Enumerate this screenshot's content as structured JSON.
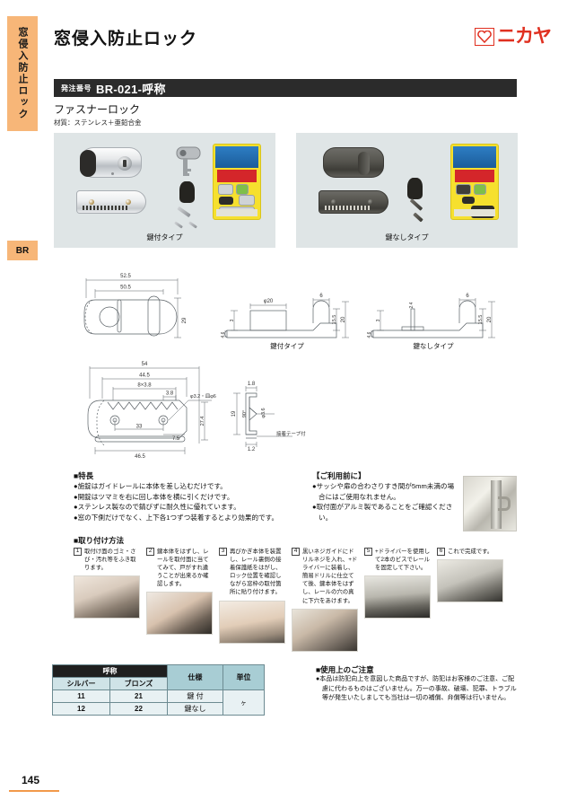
{
  "sidebar": {
    "vertical_tab": "窓侵入防止ロック",
    "section_tab": "BR"
  },
  "header": {
    "title": "窓侵入防止ロック",
    "logo_text": "ニカヤ",
    "logo_mark": "heart-icon"
  },
  "product": {
    "order_label": "発注番号",
    "order_code": "BR-021-呼称",
    "name": "ファスナーロック",
    "material": "材質：ステンレス＋亜鉛合金"
  },
  "photos": [
    {
      "caption": "鍵付タイプ",
      "variant": "silver"
    },
    {
      "caption": "鍵なしタイプ",
      "variant": "bronze"
    }
  ],
  "drawings": {
    "front_top": {
      "dims": [
        "52.5",
        "50.5",
        "29"
      ]
    },
    "side_key": {
      "caption": "鍵付タイプ",
      "dims": [
        "φ20",
        "6",
        "15.5",
        "20",
        "3",
        "4.6"
      ]
    },
    "side_nokey": {
      "caption": "鍵なしタイプ",
      "dims": [
        "6",
        "15.5",
        "20",
        "3",
        "4.6",
        "2.4"
      ]
    },
    "rail_plan": {
      "dims": [
        "54",
        "44.5",
        "8×3.8",
        "3.8",
        "φ3.2・皿φ6",
        "33",
        "7.5",
        "27.4",
        "46.5"
      ]
    },
    "rail_section": {
      "dims": [
        "1.8",
        "19",
        "90°",
        "φ3.6",
        "1.2"
      ],
      "note": "接着テープ付"
    }
  },
  "features": {
    "heading": "■特長",
    "items": [
      "●施錠はガイドレールに本体を差し込むだけです。",
      "●開錠はツマミを右に回し本体を横に引くだけです。",
      "●ステンレス製なので錆びずに耐久性に優れています。",
      "●窓の下側だけでなく、上下各1つずつ装着するとより効果的です。"
    ]
  },
  "preuse": {
    "heading": "【ご利用前に】",
    "items": [
      "●サッシや扉の合わさりすき間が5mm未満の場合にはご使用なれません。",
      "●取付面がアルミ製であることをご確認ください。"
    ]
  },
  "install": {
    "heading": "■取り付け方法",
    "steps": [
      {
        "num": "1",
        "text": "取付け面のゴミ・さび・汚れ等をふき取ります。"
      },
      {
        "num": "2",
        "text": "鍵本体をはずし、レールを取付面に当ててみて、戸がすれ違うことが出来るか確認します。"
      },
      {
        "num": "3",
        "text": "再びかぎ本体を装置し、レール裏側の接着保護紙をはがし、ロック位置を確認しながら窓枠の取付箇所に貼り付けます。"
      },
      {
        "num": "4",
        "text": "黒いネジガイドにドリルネジを入れ、+ドライバーに装着し、簡易ドリルに仕立てて後、鍵本体をはずし、レールの穴の真に下穴をあけます。"
      },
      {
        "num": "5",
        "text": "+ドライバーを使用して2本のビスでレールを固定して下さい。"
      },
      {
        "num": "6",
        "text": "これで完成です。"
      }
    ]
  },
  "table": {
    "header_main": "呼称",
    "headers": [
      "シルバー",
      "ブロンズ",
      "仕様",
      "単位"
    ],
    "rows": [
      {
        "silver": "11",
        "bronze": "21",
        "spec": "鍵 付",
        "unit": "ヶ"
      },
      {
        "silver": "12",
        "bronze": "22",
        "spec": "鍵なし",
        "unit": ""
      }
    ]
  },
  "caution": {
    "heading": "■使用上のご注意",
    "text": "●本品は防犯向上を意図した商品ですが、防犯はお客様のご注意、ご配慮に代わるものはございません。万一の事故、破壊、犯罪、トラブル等が発生いたしましても当社は一切の補償、弁償等は行いません。"
  },
  "footer": {
    "page_number": "145"
  },
  "colors": {
    "accent": "#f7b678",
    "brand": "#e03020",
    "bar": "#2b2b2b",
    "panel": "#dfe5e6",
    "table_header": "#a8cdd4"
  }
}
